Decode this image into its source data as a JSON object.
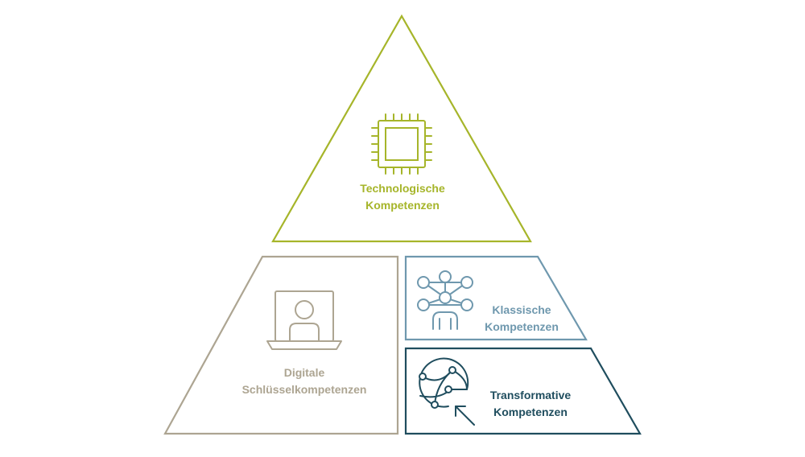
{
  "colors": {
    "technological": "#A6B52A",
    "digital": "#ADA592",
    "classic": "#6F98AE",
    "transformative": "#1F4D5E",
    "background": "#FFFFFF"
  },
  "segments": {
    "technological": {
      "line1": "Technologische",
      "line2": "Kompetenzen",
      "icon": "microchip-icon"
    },
    "digital": {
      "line1": "Digitale",
      "line2": "Schlüsselkompetenzen",
      "icon": "video-call-person-icon"
    },
    "classic": {
      "line1": "Klassische",
      "line2": "Kompetenzen",
      "icon": "person-network-icon"
    },
    "transformative": {
      "line1": "Transformative",
      "line2": "Kompetenzen",
      "icon": "globe-network-arrow-icon"
    }
  }
}
